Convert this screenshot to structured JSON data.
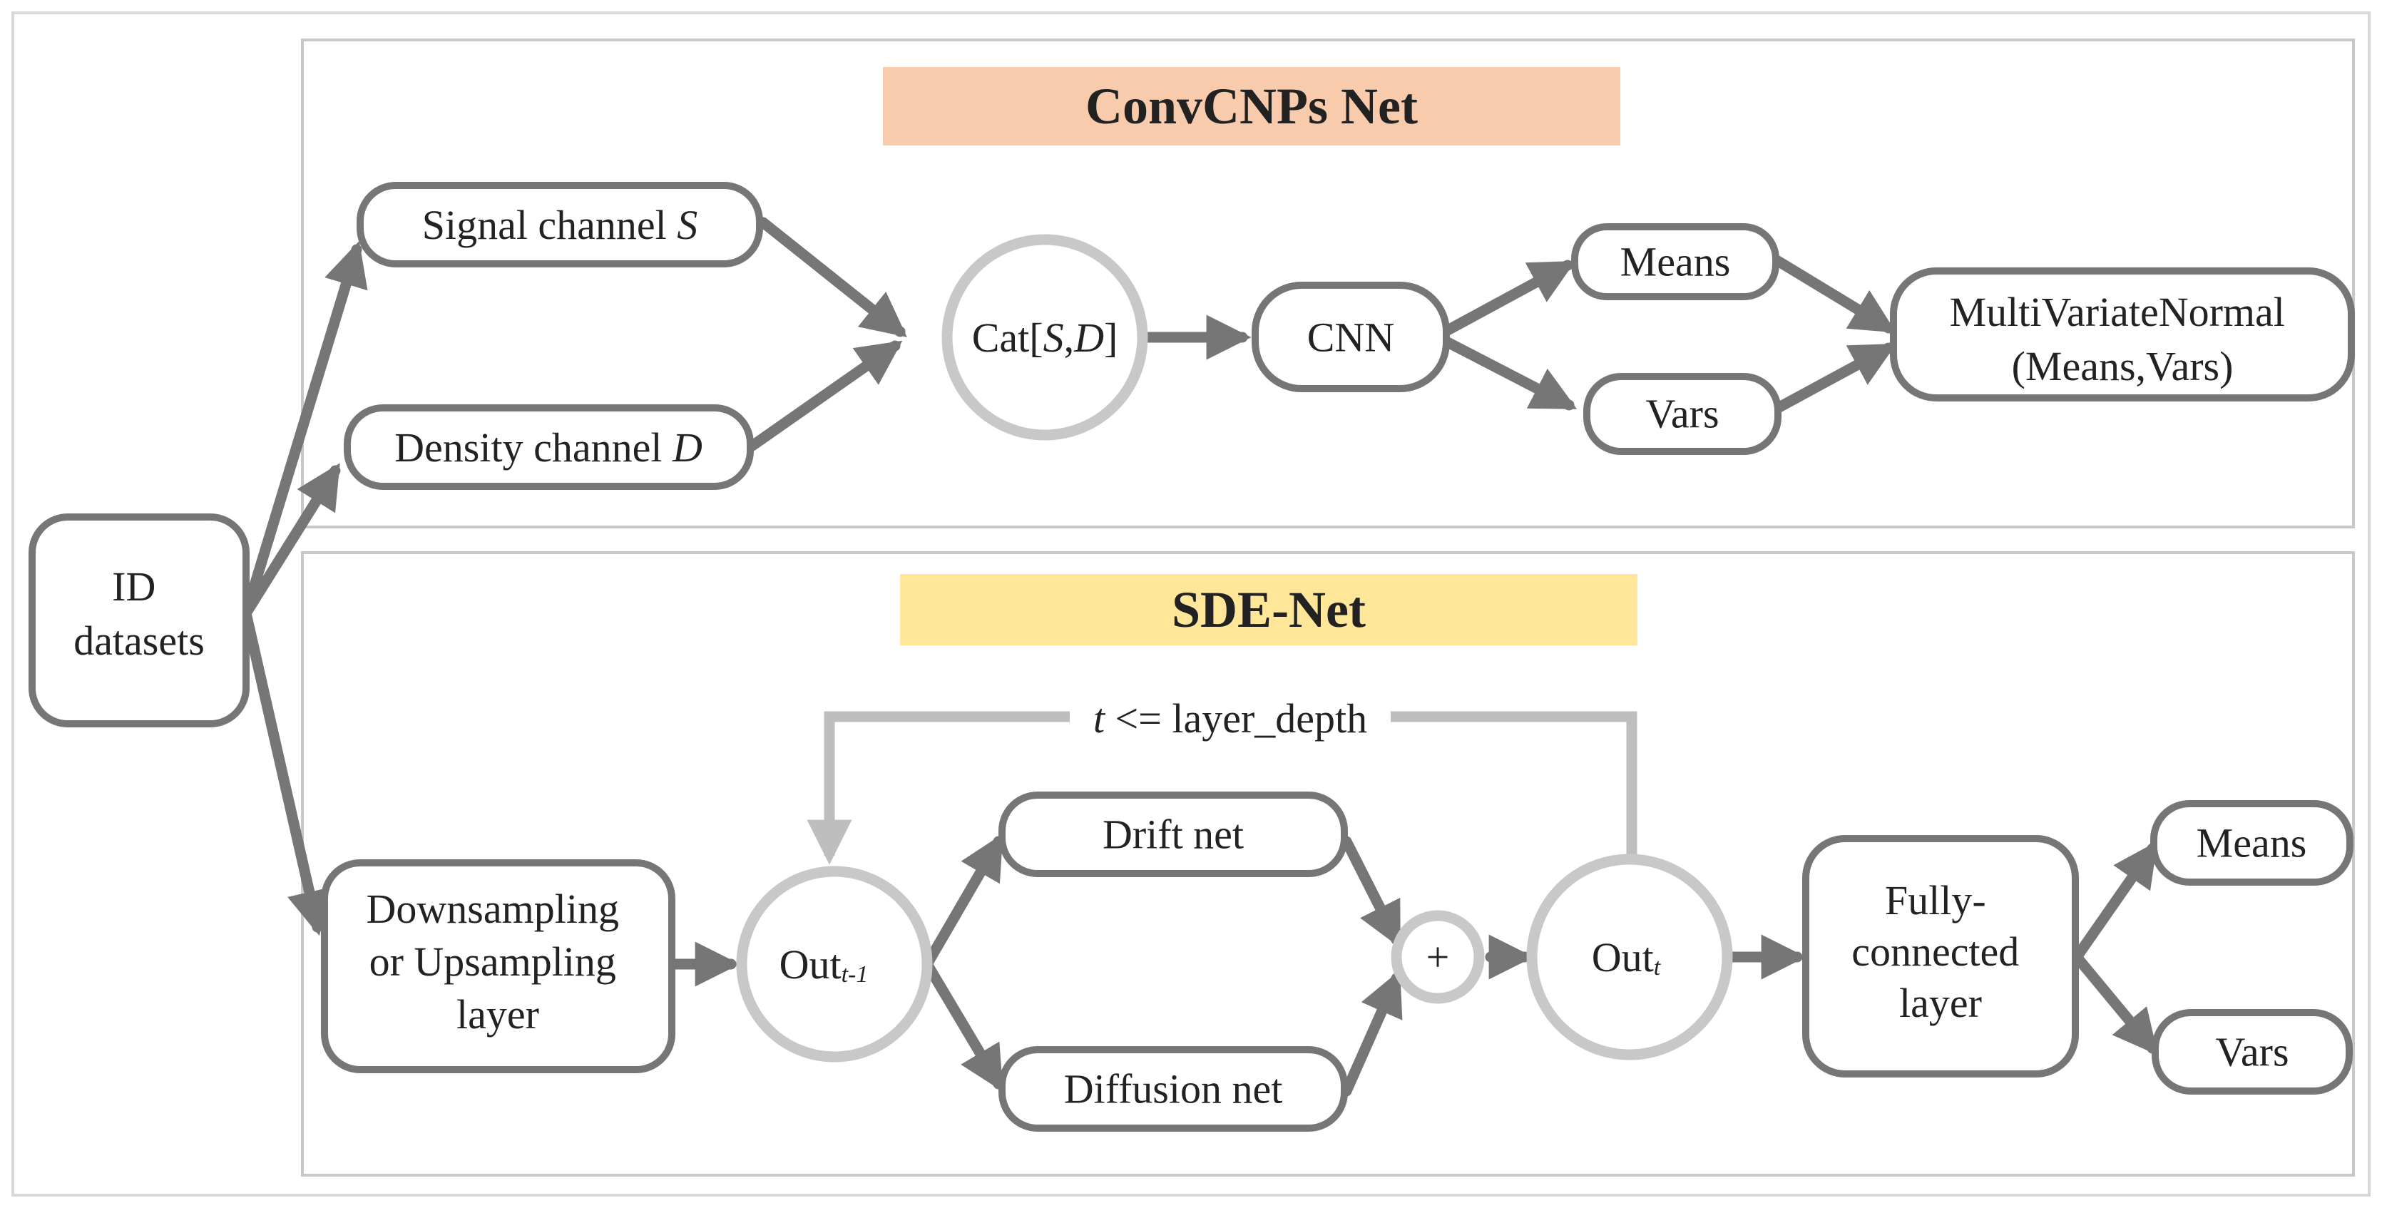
{
  "sections": {
    "convcnp_title": "ConvCNPs Net",
    "sde_title": "SDE-Net"
  },
  "colors": {
    "convcnp_title_bg": "#f8cbad",
    "sde_title_bg": "#ffe699",
    "node_stroke": "#767676",
    "circle_stroke": "#c8c8c8",
    "loop_stroke": "#bebebe",
    "panel_stroke": "#c8c8c8"
  },
  "nodes": {
    "id_datasets": [
      "ID",
      "datasets"
    ],
    "signal_channel": {
      "text": "Signal channel ",
      "var": "S"
    },
    "density_channel": {
      "text": "Density channel ",
      "var": "D"
    },
    "cat": {
      "prefix": "Cat[",
      "s": "S",
      "comma": ",",
      "d": "D",
      "suffix": "]"
    },
    "cnn": "CNN",
    "means_top": "Means",
    "vars_top": "Vars",
    "mvn": [
      "MultiVariateNormal",
      "(Means,Vars)"
    ],
    "down_up": [
      "Downsampling",
      "or Upsampling",
      "layer"
    ],
    "out_prev": {
      "text": "Out",
      "sub": "t-1"
    },
    "drift": "Drift net",
    "diffusion": "Diffusion net",
    "plus": "+",
    "out_t": {
      "text": "Out",
      "sub": "t"
    },
    "fully": [
      "Fully-",
      "connected",
      "layer"
    ],
    "means_bottom": "Means",
    "vars_bottom": "Vars"
  },
  "loop_label": {
    "var": "t",
    "text": " <= layer_depth"
  }
}
